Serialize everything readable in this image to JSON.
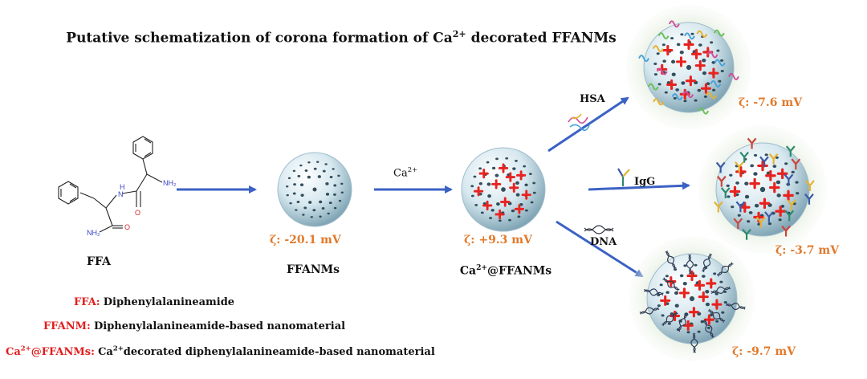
{
  "title": {
    "text": "Putative schematization of corona formation of Ca",
    "sup": "2+",
    "text_after": " decorated FFANMs"
  },
  "molecule": {
    "label": "FFA",
    "atoms": {
      "nh": "N",
      "h": "H",
      "nh2": "NH₂",
      "o1": "O",
      "o2": "O",
      "amide": "NH₂"
    }
  },
  "stages": [
    {
      "label": "FFANMs",
      "zeta": "ζ: -20.1 mV"
    },
    {
      "label_pre": "Ca",
      "label_sup": "2+",
      "label_post": "@FFANMs",
      "zeta": "ζ: +9.3 mV"
    }
  ],
  "reagents": {
    "ca": "Ca",
    "ca_sup": "2+",
    "hsa": "HSA",
    "igg": "IgG",
    "dna": "DNA"
  },
  "products": [
    {
      "zeta": "ζ: -7.6 mV"
    },
    {
      "zeta": "ζ: -3.7 mV"
    },
    {
      "zeta": "ζ: -9.7 mV"
    }
  ],
  "legend": [
    {
      "key": "FFA:",
      "value": "Diphenylalanineamide"
    },
    {
      "key": "FFANM:",
      "value": "Diphenylalanineamide-based nanomaterial"
    },
    {
      "key_pre": "Ca",
      "key_sup": "2+",
      "key_post": "@FFANMs:",
      "value_pre": "Ca",
      "value_sup": "2+",
      "value_post": "decorated diphenylalanineamide-based nanomaterial"
    }
  ],
  "colors": {
    "arrow": "#3b62c4",
    "zeta": "#e07a2c",
    "legend_key": "#e11d1d",
    "plus": "#e8221f",
    "sphere_hole": "#1f3d4d"
  }
}
